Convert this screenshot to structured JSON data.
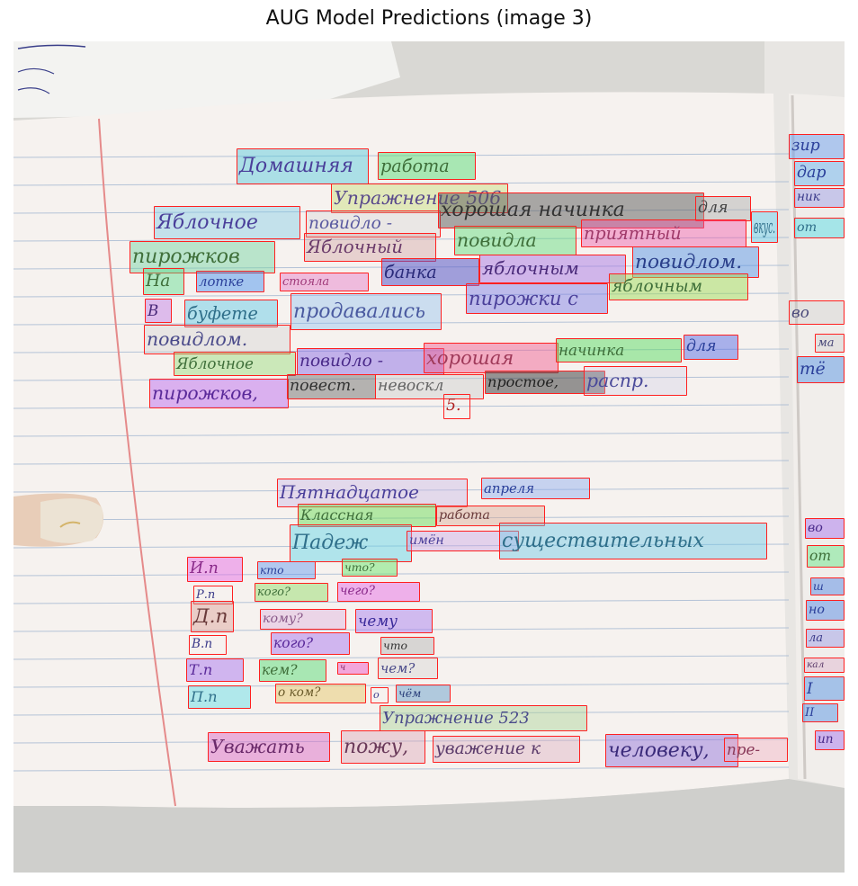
{
  "figure": {
    "title": "AUG Model Predictions (image 3)"
  },
  "colors": {
    "box_stroke": "#ff2020",
    "paper": "#f6f2ef",
    "rule_line": "#9fb4cf",
    "margin_line": "#e58a8a",
    "ink": "#3b3a8c"
  },
  "handwriting": [
    {
      "text": "Домашняя",
      "color": "#4a3f9a",
      "hl": "rgba(80,200,220,0.45)"
    },
    {
      "text": "работа",
      "color": "#3f6f3a",
      "hl": "rgba(90,220,120,0.5)"
    },
    {
      "text": "Упражнение 506",
      "color": "#5a4a8c",
      "hl": "rgba(200,220,120,0.45)"
    },
    {
      "text": "Яблочное",
      "color": "#4a3f9a",
      "hl": "rgba(120,200,230,0.4)"
    },
    {
      "text": "повидло -",
      "color": "#5a5aa0",
      "hl": "rgba(200,200,200,0.25)"
    },
    {
      "text": "хорошая начинка",
      "color": "#333",
      "hl": "rgba(90,90,90,0.5)"
    },
    {
      "text": "для",
      "color": "#444",
      "hl": "rgba(170,170,170,0.45)"
    },
    {
      "text": "пирожков",
      "color": "#3f6f3a",
      "hl": "rgba(110,210,160,0.45)"
    },
    {
      "text": "Яблочный",
      "color": "#6a3a6a",
      "hl": "rgba(210,160,160,0.4)"
    },
    {
      "text": "повидла",
      "color": "#3f6f3a",
      "hl": "rgba(90,220,120,0.45)"
    },
    {
      "text": "приятный",
      "color": "#a03a6a",
      "hl": "rgba(240,90,170,0.45)"
    },
    {
      "text": "вкус.",
      "color": "#2f6f8a",
      "hl": "rgba(90,200,230,0.45)"
    },
    {
      "text": "На",
      "color": "#3f6f3a",
      "hl": "rgba(90,220,140,0.45)"
    },
    {
      "text": "лотке",
      "color": "#2a3f9a",
      "hl": "rgba(60,140,240,0.45)"
    },
    {
      "text": "стояла",
      "color": "#a03a7a",
      "hl": "rgba(230,120,200,0.45)"
    },
    {
      "text": "банка",
      "color": "#2a2a7a",
      "hl": "rgba(90,90,200,0.55)"
    },
    {
      "text": "яблочным",
      "color": "#4a2a7a",
      "hl": "rgba(170,120,230,0.5)"
    },
    {
      "text": "повидлом.",
      "color": "#2a3f8a",
      "hl": "rgba(90,150,230,0.5)"
    },
    {
      "text": "В",
      "color": "#4a2a7a",
      "hl": "rgba(190,120,230,0.45)"
    },
    {
      "text": "буфете",
      "color": "#2f6f8a",
      "hl": "rgba(90,200,230,0.45)"
    },
    {
      "text": "продавались",
      "color": "#4a5aa0",
      "hl": "rgba(140,190,240,0.4)"
    },
    {
      "text": "пирожки с",
      "color": "#4a3f9a",
      "hl": "rgba(120,120,230,0.45)"
    },
    {
      "text": "яблочным",
      "color": "#3f6f3a",
      "hl": "rgba(160,220,90,0.5)"
    },
    {
      "text": "повидлом.",
      "color": "#4a4a8a",
      "hl": "rgba(200,200,200,0.3)"
    },
    {
      "text": "Яблочное",
      "color": "#3f6f3a",
      "hl": "rgba(150,220,120,0.45)"
    },
    {
      "text": "повидло -",
      "color": "#4a2a8a",
      "hl": "rgba(140,110,230,0.5)"
    },
    {
      "text": "хорошая",
      "color": "#a03a5a",
      "hl": "rgba(240,100,150,0.5)"
    },
    {
      "text": "начинка",
      "color": "#3f6f3a",
      "hl": "rgba(90,220,100,0.5)"
    },
    {
      "text": "для",
      "color": "#2a3f9a",
      "hl": "rgba(90,110,230,0.5)"
    },
    {
      "text": "пирожков,",
      "color": "#5a2a9a",
      "hl": "rgba(190,110,240,0.5)"
    },
    {
      "text": "повест.",
      "color": "#333",
      "hl": "rgba(100,100,100,0.45)"
    },
    {
      "text": "невоскл",
      "color": "#666",
      "hl": "rgba(200,200,200,0.4)"
    },
    {
      "text": "простое,",
      "color": "#222",
      "hl": "rgba(70,70,70,0.55)"
    },
    {
      "text": "распр.",
      "color": "#4a4a9a",
      "hl": "rgba(200,200,230,0.3)"
    },
    {
      "text": "5.",
      "color": "#b02020",
      "hl": "rgba(0,0,0,0)"
    },
    {
      "text": "Пятнадцатое",
      "color": "#4a3f9a",
      "hl": "rgba(200,180,230,0.4)"
    },
    {
      "text": "апреля",
      "color": "#2a3f9a",
      "hl": "rgba(140,170,240,0.45)"
    },
    {
      "text": "Классная",
      "color": "#3f6f3a",
      "hl": "rgba(110,220,90,0.5)"
    },
    {
      "text": "работа",
      "color": "#6a3a3a",
      "hl": "rgba(220,170,150,0.45)"
    },
    {
      "text": "Падеж",
      "color": "#2f6f8a",
      "hl": "rgba(90,210,230,0.45)"
    },
    {
      "text": "имён",
      "color": "#4a3f9a",
      "hl": "rgba(200,160,230,0.4)"
    },
    {
      "text": "существительных",
      "color": "#2f6f8a",
      "hl": "rgba(110,200,230,0.45)"
    },
    {
      "text": "И.п",
      "color": "#8a2a8a",
      "hl": "rgba(230,110,230,0.5)"
    },
    {
      "text": "кто",
      "color": "#2a3f9a",
      "hl": "rgba(110,160,240,0.5)"
    },
    {
      "text": "что?",
      "color": "#3f6f3a",
      "hl": "rgba(110,230,110,0.5)"
    },
    {
      "text": "Р.п",
      "color": "#3a3a8a",
      "hl": "rgba(0,0,0,0)"
    },
    {
      "text": "кого?",
      "color": "#3f6f3a",
      "hl": "rgba(150,220,110,0.5)"
    },
    {
      "text": "чего?",
      "color": "#8a2a8a",
      "hl": "rgba(230,110,230,0.5)"
    },
    {
      "text": "Д.п",
      "color": "#6a3a3a",
      "hl": "rgba(220,160,150,0.45)"
    },
    {
      "text": "кому?",
      "color": "#8a5a8a",
      "hl": "rgba(220,170,220,0.4)"
    },
    {
      "text": "чему",
      "color": "#3a2a9a",
      "hl": "rgba(170,130,240,0.5)"
    },
    {
      "text": "В.п",
      "color": "#3a3a8a",
      "hl": "rgba(0,0,0,0)"
    },
    {
      "text": "кого?",
      "color": "#5a2a9a",
      "hl": "rgba(170,120,240,0.5)"
    },
    {
      "text": "что",
      "color": "#333",
      "hl": "rgba(170,170,170,0.4)"
    },
    {
      "text": "Т.п",
      "color": "#5a2a9a",
      "hl": "rgba(170,120,240,0.5)"
    },
    {
      "text": "кем?",
      "color": "#3f6f3a",
      "hl": "rgba(90,220,120,0.5)"
    },
    {
      "text": "ч",
      "color": "#8a2a6a",
      "hl": "rgba(240,90,200,0.5)"
    },
    {
      "text": "чем?",
      "color": "#4a4a8a",
      "hl": "rgba(200,200,200,0.3)"
    },
    {
      "text": "П.п",
      "color": "#2f6f8a",
      "hl": "rgba(90,220,230,0.45)"
    },
    {
      "text": "о ком?",
      "color": "#6a5a2a",
      "hl": "rgba(230,200,110,0.5)"
    },
    {
      "text": "о",
      "color": "#3a3a8a",
      "hl": "rgba(0,0,0,0)"
    },
    {
      "text": "чём",
      "color": "#2a3f7a",
      "hl": "rgba(90,150,200,0.45)"
    },
    {
      "text": "Упражнение 523",
      "color": "#4a4a8a",
      "hl": "rgba(170,210,150,0.45)"
    },
    {
      "text": "Уважать",
      "color": "#6a2a6a",
      "hl": "rgba(220,110,200,0.5)"
    },
    {
      "text": "пожу,",
      "color": "#6a3a5a",
      "hl": "rgba(220,160,180,0.4)"
    },
    {
      "text": "уважение к",
      "color": "#5a3a6a",
      "hl": "rgba(220,170,190,0.4)"
    },
    {
      "text": "человеку,",
      "color": "#3a2a7a",
      "hl": "rgba(150,120,220,0.5)"
    },
    {
      "text": "пре-",
      "color": "#8a3a5a",
      "hl": "rgba(240,170,190,0.4)"
    },
    {
      "text": "зир",
      "color": "#2a3f9a",
      "hl": "rgba(110,160,240,0.5)"
    },
    {
      "text": "дар",
      "color": "#2a3f9a",
      "hl": "rgba(110,180,240,0.5)"
    },
    {
      "text": "ник",
      "color": "#3a3a8a",
      "hl": "rgba(150,150,230,0.45)"
    },
    {
      "text": "от",
      "color": "#2f6f8a",
      "hl": "rgba(90,220,230,0.5)"
    },
    {
      "text": "во",
      "color": "#4a4a7a",
      "hl": "rgba(200,200,200,0.3)"
    },
    {
      "text": "ма",
      "color": "#4a4a7a",
      "hl": "rgba(200,200,200,0.3)"
    },
    {
      "text": "тё",
      "color": "#2a3f9a",
      "hl": "rgba(90,150,230,0.5)"
    },
    {
      "text": "во",
      "color": "#4a2a8a",
      "hl": "rgba(170,120,240,0.5)"
    },
    {
      "text": "от",
      "color": "#3f6f3a",
      "hl": "rgba(110,230,140,0.5)"
    },
    {
      "text": "ш",
      "color": "#2a3f9a",
      "hl": "rgba(90,140,230,0.5)"
    },
    {
      "text": "но",
      "color": "#2a3f9a",
      "hl": "rgba(90,140,230,0.5)"
    },
    {
      "text": "ла",
      "color": "#3a3a8a",
      "hl": "rgba(150,150,230,0.45)"
    },
    {
      "text": "кал",
      "color": "#5a3a6a",
      "hl": "rgba(220,170,200,0.4)"
    },
    {
      "text": "I",
      "color": "#2a3f9a",
      "hl": "rgba(90,150,230,0.5)"
    },
    {
      "text": "II",
      "color": "#2a3f9a",
      "hl": "rgba(90,150,230,0.5)"
    },
    {
      "text": "ип",
      "color": "#4a2a8a",
      "hl": "rgba(170,120,240,0.5)"
    }
  ]
}
